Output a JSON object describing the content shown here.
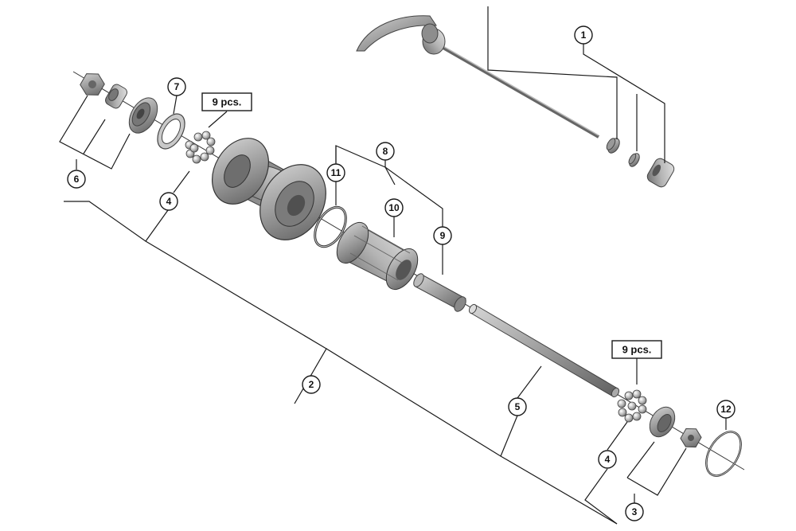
{
  "callouts": {
    "c1": "1",
    "c2": "2",
    "c3": "3",
    "c4a": "4",
    "c4b": "4",
    "c5": "5",
    "c6": "6",
    "c7": "7",
    "c8": "8",
    "c9": "9",
    "c10": "10",
    "c11": "11",
    "c12": "12"
  },
  "quantity_labels": {
    "left_balls": "9 pcs.",
    "right_balls": "9 pcs."
  },
  "colors": {
    "part_fill": "#9a9a9a",
    "part_dark": "#5c5c5c",
    "part_light": "#cfcfcf",
    "line": "#1a1a1a"
  }
}
